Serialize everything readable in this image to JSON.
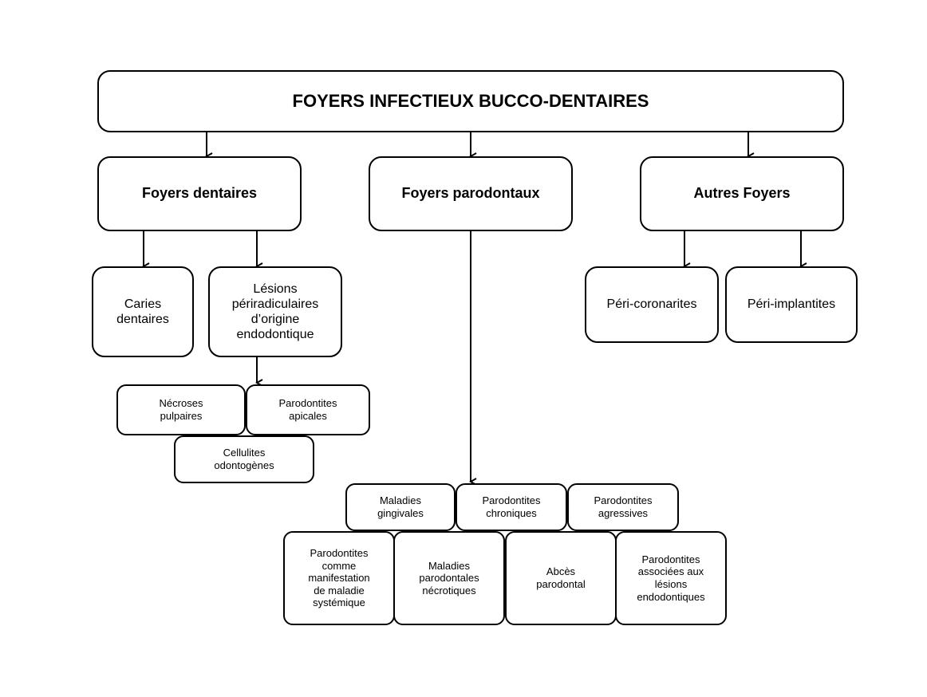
{
  "title": "FOYERS INFECTIEUX BUCCO-DENTAIRES",
  "categories": {
    "dentaires": "Foyers dentaires",
    "parodontaux": "Foyers parodontaux",
    "autres": "Autres Foyers"
  },
  "dentaires": {
    "caries": "Caries\ndentaires",
    "lesions": "Lésions\npériradiculaires\nd’origine\nendodontique",
    "necroses": "Nécroses\npulpaires",
    "parodontites_apicales": "Parodontites\napicales",
    "cellulites": "Cellulites\nodontogènes"
  },
  "parodontaux": {
    "maladies_gingivales": "Maladies\ngingivales",
    "chroniques": "Parodontites\nchroniques",
    "agressives": "Parodontites\nagressives",
    "systemique": "Parodontites\ncomme\nmanifestation\nde maladie\nsystémique",
    "necrotiques": "Maladies\nparodontales\nnécrotiques",
    "abces": "Abcès\nparodontal",
    "endodontiques": "Parodontites\nassociées aux\nlésions\nendodontiques"
  },
  "autres": {
    "pericoronarites": "Péri-coronarites",
    "periimplantites": "Péri-implantites"
  }
}
